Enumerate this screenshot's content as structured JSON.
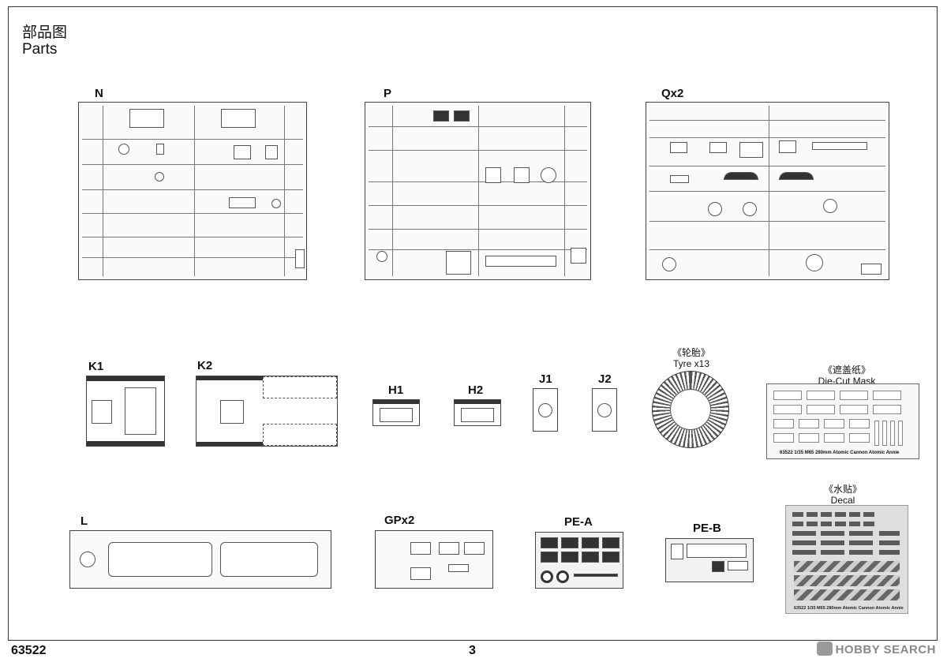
{
  "header": {
    "title_zh": "部品图",
    "title_en": "Parts"
  },
  "sprues": {
    "N": "N",
    "P": "P",
    "Q": "Qx2",
    "K1": "K1",
    "K2": "K2",
    "H1": "H1",
    "H2": "H2",
    "J1": "J1",
    "J2": "J2",
    "L": "L",
    "GP": "GPx2",
    "PEA": "PE-A",
    "PEB": "PE-B"
  },
  "tyre": {
    "zh": "《轮胎》",
    "en": "Tyre",
    "count": "x13"
  },
  "mask": {
    "zh": "《遮盖纸》",
    "en": "Die-Cut Mask",
    "sheet_text": "63522 1/35 M65 280mm Atomic Cannon Atomic Annie"
  },
  "decal": {
    "zh": "《水贴》",
    "en": "Decal",
    "sheet_text": "63522 1/35 M65 280mm Atomic Cannon Atomic Annie"
  },
  "footer": {
    "product_code": "63522",
    "page_number": "3"
  },
  "watermark": {
    "text": "HOBBY SEARCH"
  }
}
